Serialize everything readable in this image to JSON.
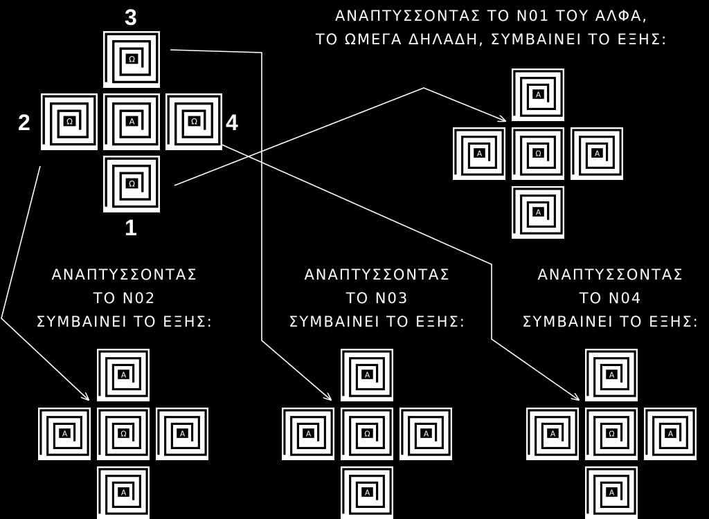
{
  "numbers": {
    "top": "3",
    "left": "2",
    "right": "4",
    "bottom": "1"
  },
  "captions": {
    "unfold_1": {
      "line1": "ΑΝΑΠΤΥΣΣΟΝΤΑΣ ΤΟ Ν01 ΤΟΥ ΑΛΦΑ,",
      "line2": "ΤΟ ΩΜΕΓΑ ΔΗΛΑΔΗ, ΣΥΜΒΑΙΝΕΙ ΤΟ ΕΞΗΣ:"
    },
    "unfold_2": {
      "line1": "ΑΝΑΠΤΥΣΣΟΝΤΑΣ",
      "line2": "ΤΟ Ν02",
      "line3": "ΣΥΜΒΑΙΝΕΙ ΤΟ ΕΞΗΣ:"
    },
    "unfold_3": {
      "line1": "ΑΝΑΠΤΥΣΣΟΝΤΑΣ",
      "line2": "ΤΟ Ν03",
      "line3": "ΣΥΜΒΑΙΝΕΙ ΤΟ ΕΞΗΣ:"
    },
    "unfold_4": {
      "line1": "ΑΝΑΠΤΥΣΣΟΝΤΑΣ",
      "line2": "ΤΟ Ν04",
      "line3": "ΣΥΜΒΑΙΝΕΙ ΤΟ ΕΞΗΣ:"
    }
  },
  "glyphs": {
    "alpha": "Α",
    "omega": "Ω"
  },
  "colors": {
    "background": "#000000",
    "foreground": "#ffffff"
  }
}
